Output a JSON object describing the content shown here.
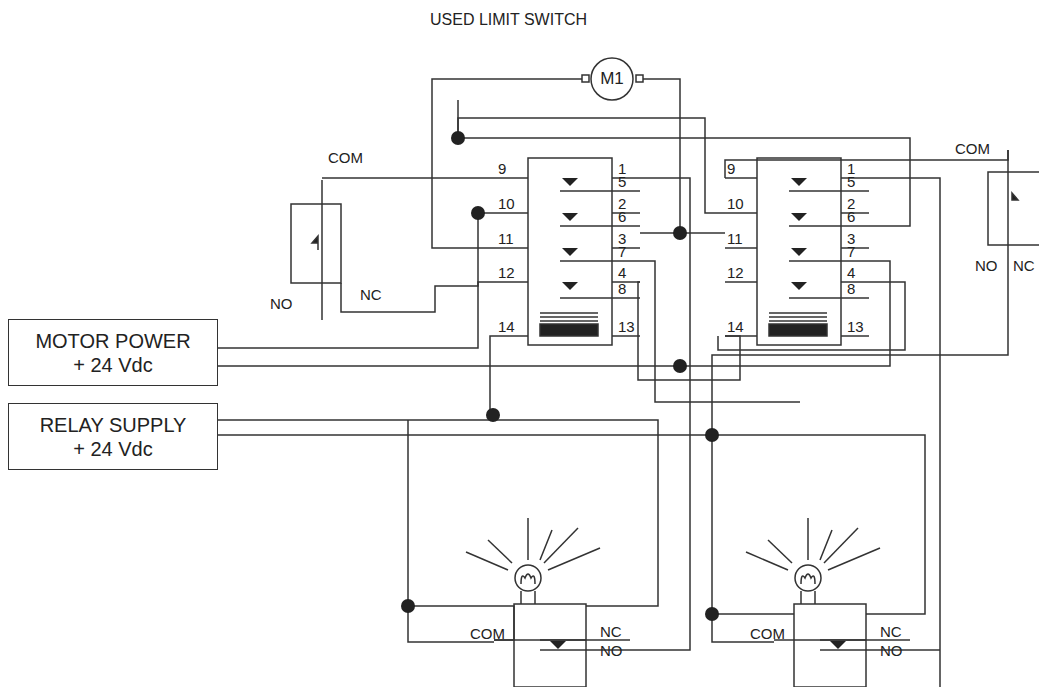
{
  "diagram": {
    "nodes": [
      {
        "text": [
          "M1"
        ]
      },
      {
        "text": [
          "MOTOR POWER",
          "+ 24 Vdc"
        ]
      },
      {
        "text": [
          "RELAY SUPPLY",
          "+ 24 Vdc"
        ]
      }
    ],
    "labels": [
      "USED LIMIT SWITCH",
      "COM",
      "NO",
      "NC",
      "9",
      "10",
      "11",
      "12",
      "14",
      "1",
      "5",
      "2",
      "6",
      "3",
      "7",
      "4",
      "8",
      "13",
      "9",
      "10",
      "11",
      "12",
      "14",
      "1",
      "5",
      "2",
      "6",
      "3",
      "7",
      "4",
      "8",
      "13",
      "COM",
      "NO",
      "NC",
      "COM",
      "NC",
      "NO",
      "COM",
      "NC",
      "NO"
    ]
  }
}
